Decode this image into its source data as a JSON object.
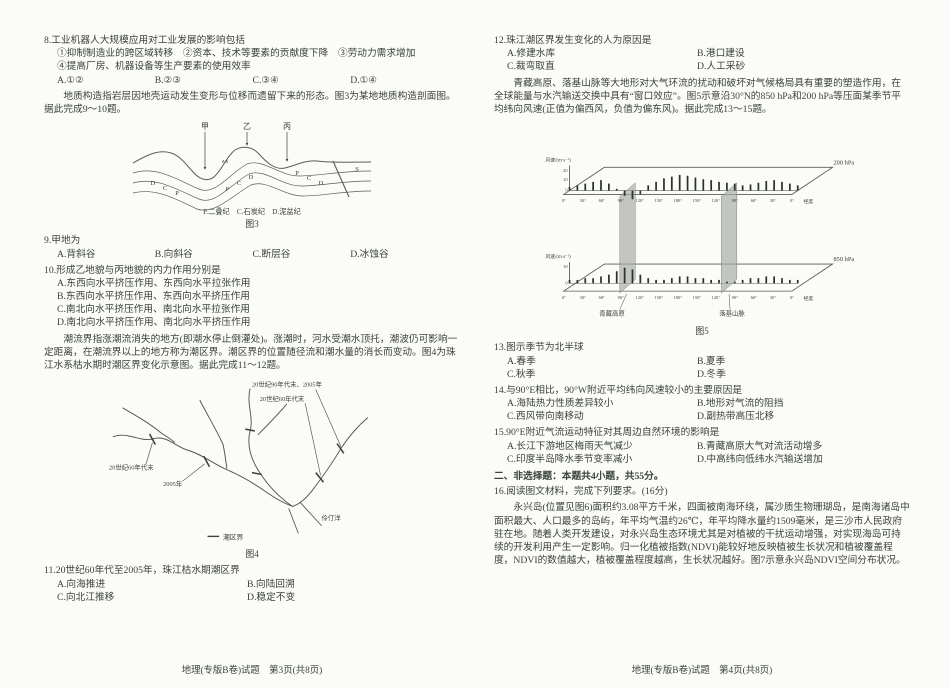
{
  "left": {
    "q8": {
      "stem": "8.工业机器人大规模应用对工业发展的影响包括",
      "line1": "①抑制制造业的跨区域转移　②资本、技术等要素的贡献度下降　③劳动力需求增加",
      "line2": "④提高厂房、机器设备等生产要素的使用效率",
      "opts": [
        "A.①②",
        "B.②③",
        "C.③④",
        "D.①④"
      ]
    },
    "passage_geo": "地质构造指岩层因地壳运动发生变形与位移而遗留下来的形态。图3为某地地质构造剖面图。据此完成9～10题。",
    "fig3": {
      "jia": "甲",
      "yi": "乙",
      "bing": "丙",
      "fold_mark": "∧∧",
      "letters": [
        "D",
        "C",
        "P",
        "P",
        "C",
        "D",
        "P",
        "C",
        "D",
        "S"
      ],
      "legend": "P.二叠纪　C.石炭纪　D.泥盆纪",
      "caption": "图3"
    },
    "q9": {
      "stem": "9.甲地为",
      "opts": [
        "A.背斜谷",
        "B.向斜谷",
        "C.断层谷",
        "D.冰蚀谷"
      ]
    },
    "q10": {
      "stem": "10.形成乙地貌与丙地貌的内力作用分别是",
      "opts": [
        "A.东西向水平挤压作用、东西向水平拉张作用",
        "B.东西向水平挤压作用、东西向水平挤压作用",
        "C.南北向水平挤压作用、南北向水平拉张作用",
        "D.南北向水平挤压作用、南北向水平挤压作用"
      ]
    },
    "passage_tide": "潮流界指涨潮流消失的地方(即潮水停止倒灌处)。涨潮时，河水受潮水顶托，潮波仍可影响一定距离，在潮流界以上的地方称为潮区界。潮区界的位置随径流和潮水量的消长而变动。图4为珠江水系枯水期时潮区界变化示意图。据此完成11～12题。",
    "fig4": {
      "annot_top1": "20世纪90年代末、2005年",
      "annot_top2": "20世纪60年代末",
      "annot_left1": "20世纪60年代末",
      "annot_left2": "2005年",
      "legend": "潮区界",
      "estuary": "伶仃洋",
      "caption": "图4"
    },
    "q11": {
      "stem": "11.20世纪60年代至2005年，珠江枯水期潮区界",
      "opts": [
        "A.向海推进",
        "B.向陆回溯",
        "C.向北江推移",
        "D.稳定不变"
      ]
    },
    "footer": "地理(专版B卷)试题　第3页(共8页)"
  },
  "right": {
    "q12": {
      "stem": "12.珠江潮区界发生变化的人为原因是",
      "opts": [
        "A.修建水库",
        "B.港口建设",
        "C.裁弯取直",
        "D.人工采砂"
      ]
    },
    "passage_wind": "青藏高原、落基山脉等大地形对大气环流的扰动和破坏对气候格局具有重要的塑造作用，在全球能量与水汽输送交换中具有“窗口效应”。图5示意沿30°N的850 hPa和200 hPa等压面某季节平均纬向风速(正值为偏西风，负值为偏东风)。据此完成13～15题。",
    "fig5": {
      "axis_label": "风速/(m·s⁻¹)",
      "top_ticks": [
        "20",
        "10",
        "0"
      ],
      "bottom_ticks": [
        "10",
        "0"
      ],
      "lon_labels": [
        "0°",
        "30°",
        "60°",
        "90°",
        "120°",
        "150°",
        "180°",
        "150°",
        "120°",
        "90°",
        "60°",
        "30°",
        "0°"
      ],
      "lon_axis": "经度",
      "p200": "200 hPa",
      "p850": "850 hPa",
      "tibet": "青藏高原",
      "rockies": "落基山脉",
      "caption": "图5",
      "top_values": [
        4,
        6,
        8,
        10,
        12,
        8,
        2,
        -6,
        -10,
        -4,
        6,
        10,
        14,
        16,
        18,
        17,
        15,
        13,
        12,
        10,
        9,
        8,
        6,
        7,
        9,
        11,
        12,
        10,
        8,
        6
      ],
      "bottom_values": [
        2,
        2,
        3,
        3,
        4,
        5,
        7,
        9,
        8,
        5,
        3,
        2,
        2,
        3,
        4,
        4,
        3,
        3,
        2,
        2,
        1,
        1,
        2,
        3,
        3,
        4,
        4,
        3,
        2,
        2
      ]
    },
    "q13": {
      "stem": "13.图示季节为北半球",
      "opts": [
        "A.春季",
        "B.夏季",
        "C.秋季",
        "D.冬季"
      ]
    },
    "q14": {
      "stem": "14.与90°E相比，90°W附近平均纬向风速较小的主要原因是",
      "opts": [
        "A.海陆热力性质差异较小",
        "B.地形对气流的阻挡",
        "C.西风带向南移动",
        "D.副热带高压北移"
      ]
    },
    "q15": {
      "stem": "15.90°E附近气流运动特征对其周边自然环境的影响是",
      "opts": [
        "A.长江下游地区梅雨天气减少",
        "B.青藏高原大气对流活动增多",
        "C.印度半岛降水季节变率减小",
        "D.中高纬向低纬水汽输送增加"
      ]
    },
    "section2": "二、非选择题：本题共4小题，共55分。",
    "q16": {
      "stem": "16.阅读图文材料，完成下列要求。(16分)",
      "p1": "永兴岛(位置见图6)面积约3.08平方千米，四面被南海环绕，属沙质生物珊瑚岛，是南海诸岛中面积最大、人口最多的岛屿，年平均气温约26℃，年平均降水量约1509毫米，是三沙市人民政府驻在地。随着人类开发建设，对永兴岛生态环境尤其是对植被的干扰运动增强，对实现海岛可持续的开发利用产生一定影响。归一化植被指数(NDVI)能较好地反映植被生长状况和植被覆盖程度，NDVI的数值越大，植被覆盖程度越高，生长状况越好。图7示意永兴岛NDVI空间分布状况。"
    },
    "footer": "地理(专版B卷)试题　第4页(共8页)"
  }
}
